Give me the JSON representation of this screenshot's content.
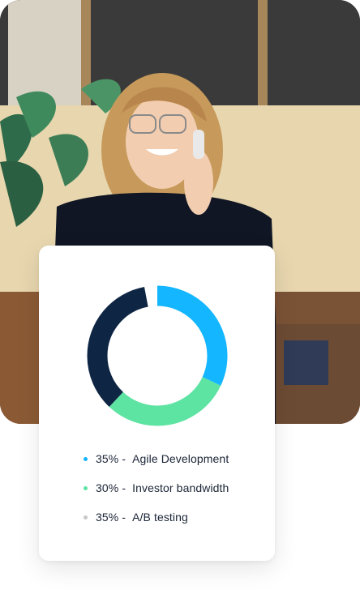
{
  "card": {
    "legend": [
      {
        "percent": "35%",
        "separator": "-",
        "label": "Agile Development",
        "color": "#13b6ff"
      },
      {
        "percent": "30%",
        "separator": "-",
        "label": "Investor bandwidth",
        "color": "#5de3a2"
      },
      {
        "percent": "35%",
        "separator": "-",
        "label": "A/B testing",
        "color": "#c8c8c8"
      }
    ]
  },
  "chart_data": {
    "type": "pie",
    "variant": "donut",
    "series": [
      {
        "label": "Agile Development",
        "value": 35,
        "color": "#13b6ff"
      },
      {
        "label": "Investor bandwidth",
        "value": 30,
        "color": "#5de3a2"
      },
      {
        "label": "A/B testing",
        "value": 35,
        "color": "#0e2544"
      }
    ]
  }
}
